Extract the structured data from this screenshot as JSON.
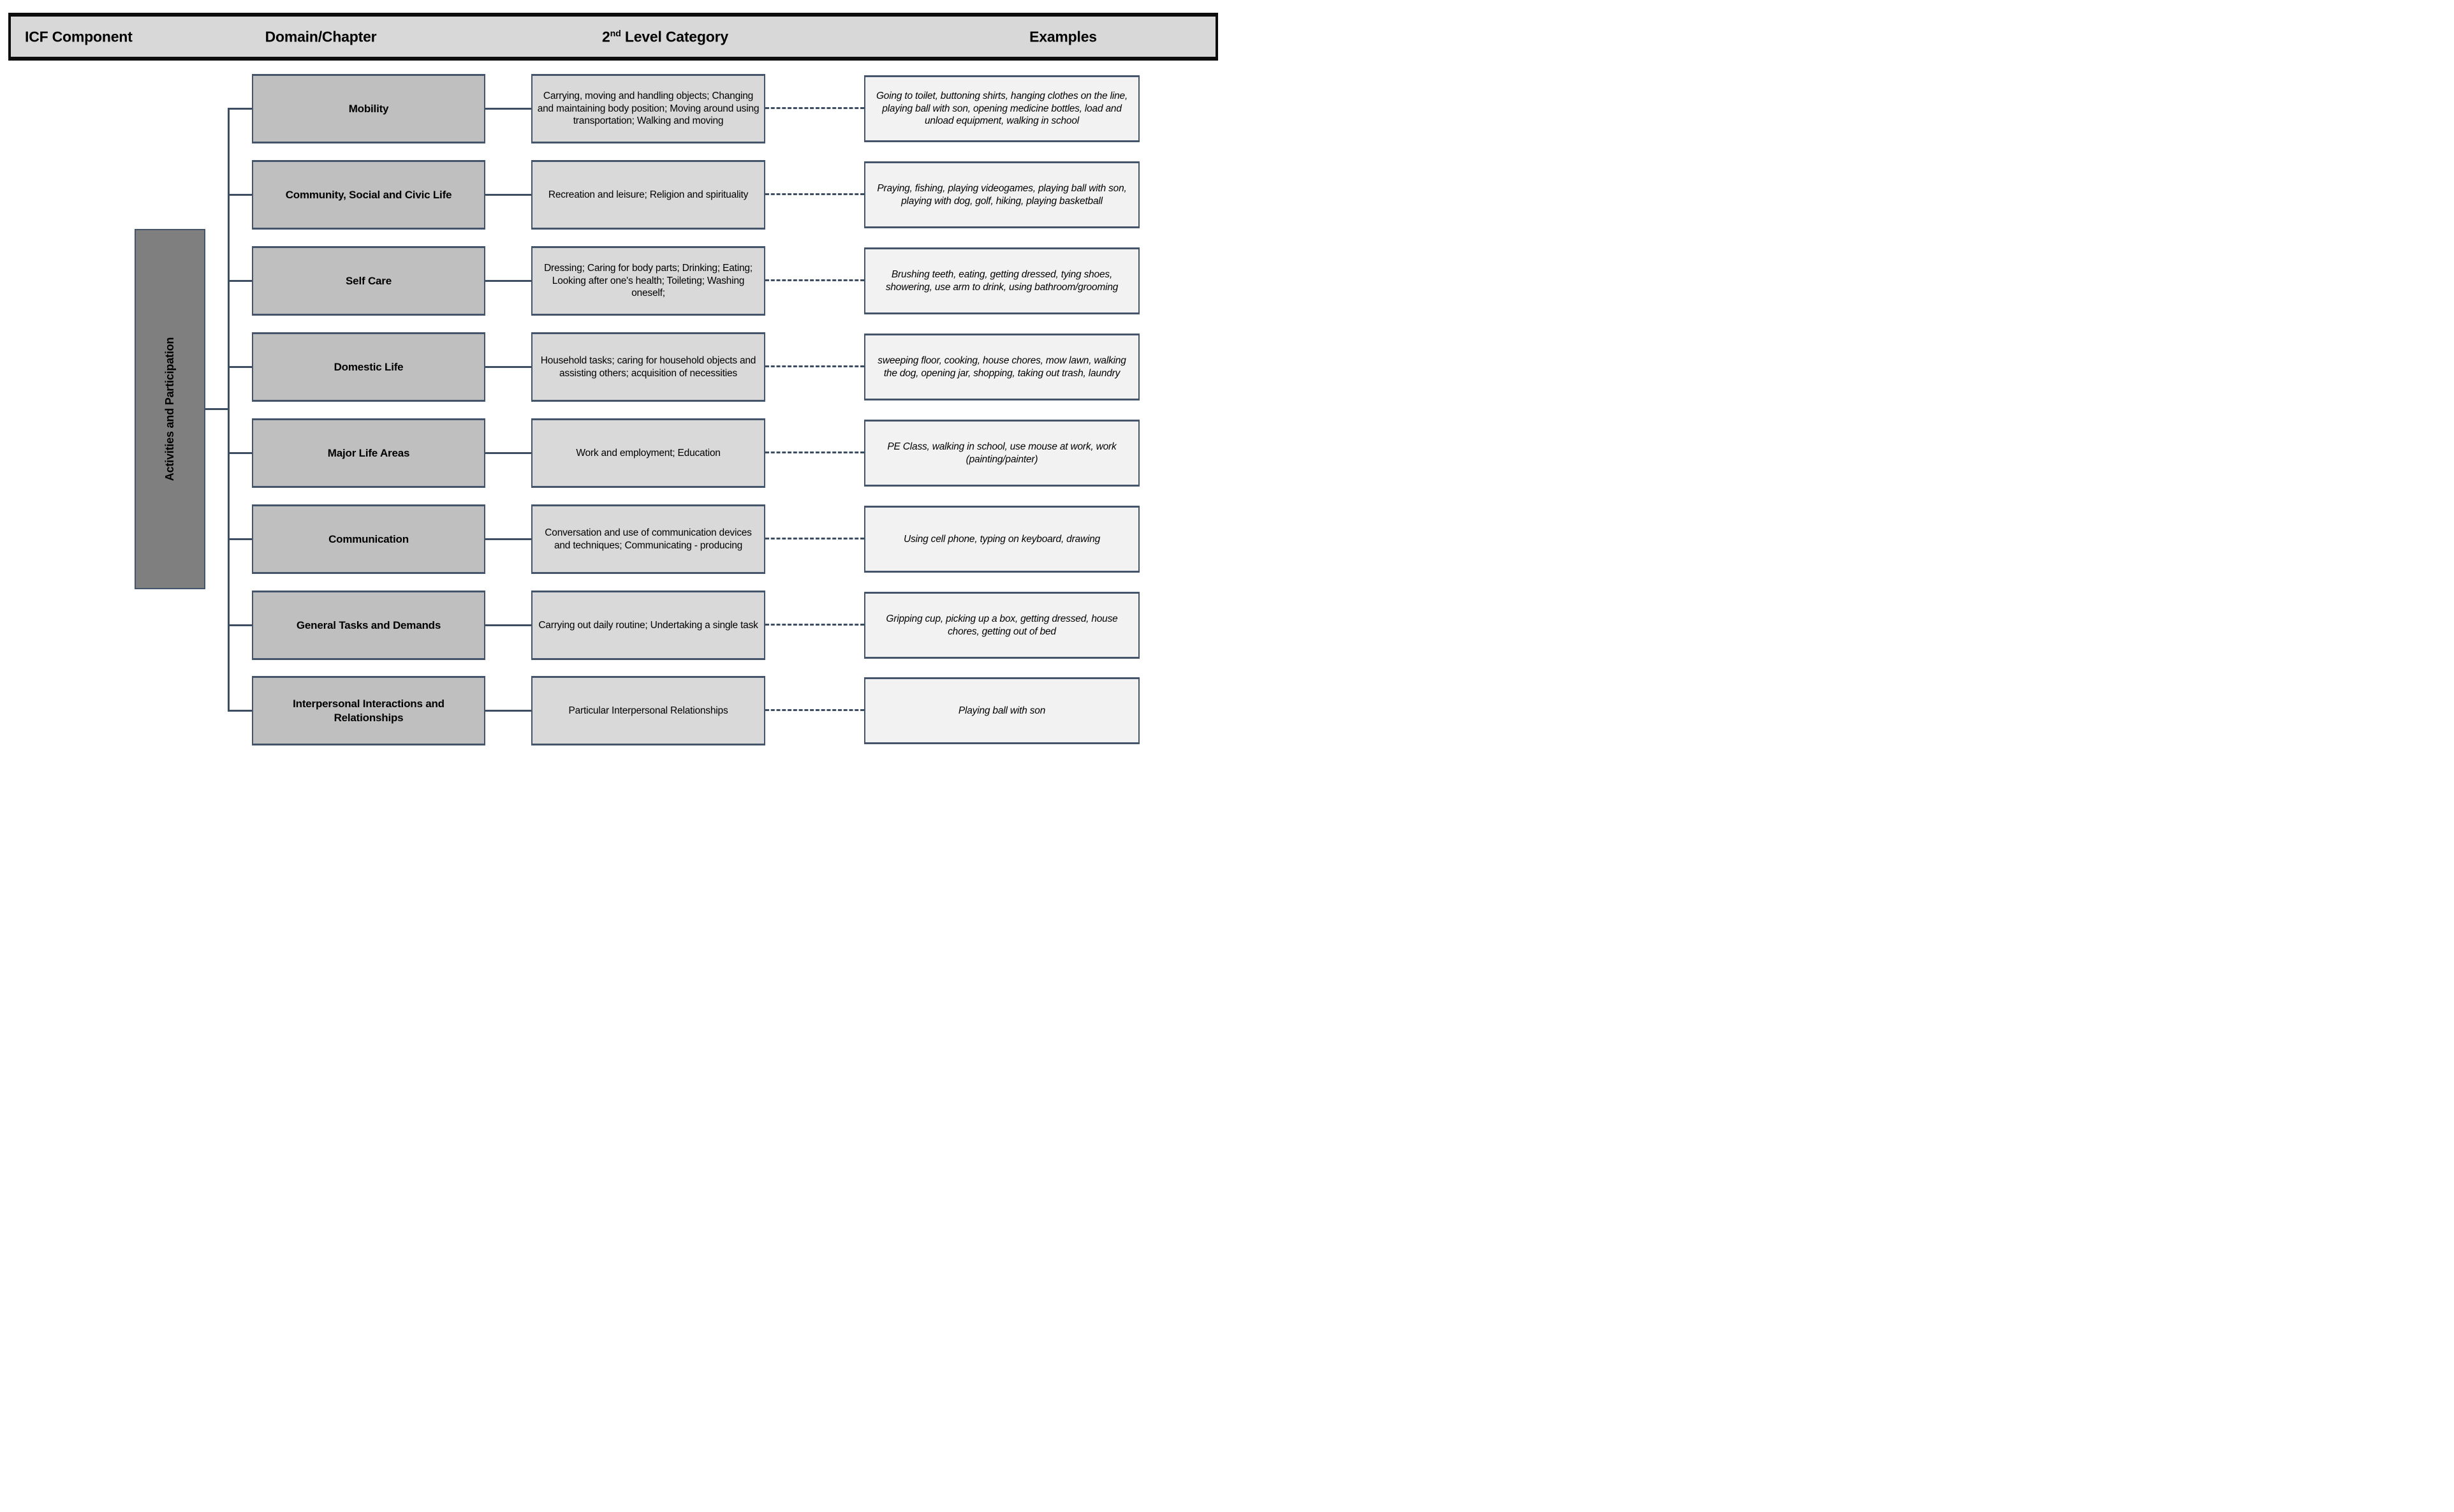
{
  "header": {
    "icf_component": "ICF Component",
    "domain_chapter": "Domain/Chapter",
    "second_level_base": "2",
    "second_level_sup": "nd",
    "second_level_rest": " Level Category",
    "examples": "Examples"
  },
  "icf_component": {
    "label": "Activities and Participation"
  },
  "rows": [
    {
      "domain": "Mobility",
      "category": "Carrying, moving and handling objects; Changing and maintaining body position; Moving around using transportation; Walking and moving",
      "examples": "Going to toilet, buttoning shirts, hanging clothes on the line, playing ball with son, opening medicine bottles, load and unload equipment, walking in school"
    },
    {
      "domain": "Community, Social and Civic Life",
      "category": "Recreation and leisure; Religion and spirituality",
      "examples": "Praying, fishing, playing videogames, playing ball with son, playing with dog, golf, hiking, playing basketball"
    },
    {
      "domain": "Self Care",
      "category": "Dressing; Caring for body parts; Drinking; Eating; Looking after one's health; Toileting; Washing oneself;",
      "examples": "Brushing teeth, eating, getting dressed, tying shoes, showering, use arm to drink, using bathroom/grooming"
    },
    {
      "domain": "Domestic Life",
      "category": "Household tasks; caring for household objects and assisting others; acquisition of necessities",
      "examples": "sweeping floor, cooking, house chores, mow lawn, walking the dog, opening jar, shopping, taking out trash, laundry"
    },
    {
      "domain": "Major Life Areas",
      "category": "Work and employment; Education",
      "examples": "PE Class, walking in school, use mouse at work, work (painting/painter)"
    },
    {
      "domain": "Communication",
      "category": "Conversation and use of communication devices and techniques; Communicating - producing",
      "examples": "Using cell phone, typing on keyboard, drawing"
    },
    {
      "domain": "General Tasks and Demands",
      "category": "Carrying out daily routine; Undertaking a single task",
      "examples": "Gripping cup, picking up a box, getting dressed, house chores, getting out of bed"
    },
    {
      "domain": "Interpersonal Interactions and Relationships",
      "category": "Particular Interpersonal Relationships",
      "examples": "Playing ball with son"
    }
  ],
  "colors": {
    "header-fill": "#d8d8d8",
    "domain-fill": "#bfbfbf",
    "category-fill": "#d9d9d9",
    "examples-fill": "#f2f2f2",
    "icf-fill": "#7f7f7f",
    "box-border": "#44546a",
    "line": "#3d4e63",
    "header-border": "#0d0d0d"
  }
}
